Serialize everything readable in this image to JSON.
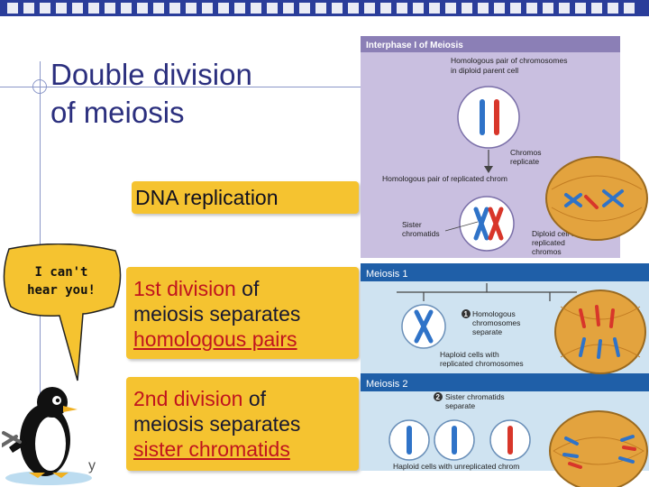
{
  "slide": {
    "title_line1": "Double division",
    "title_line2": "of meiosis",
    "dna_box": "DNA replication",
    "box1": {
      "part1": "1st division",
      "part2": " of",
      "line2": "meiosis separates",
      "line3": "homologous pairs"
    },
    "box2": {
      "part1": "2nd division",
      "part2": " of",
      "line2": "meiosis separates",
      "line3": "sister chromatids"
    },
    "speech": {
      "line1": "I can't",
      "line2": "hear you!"
    },
    "cut_text": "y"
  },
  "diagram": {
    "header": "Interphase I of Meiosis",
    "label_pair_line1": "Homologous pair of chromosomes",
    "label_pair_line2": "in diploid parent cell",
    "label_chromo_line1": "Chromos",
    "label_chromo_line2": "replicate",
    "label_replicated": "Homologous pair of replicated chrom",
    "label_sister_line1": "Sister",
    "label_sister_line2": "chromatids",
    "label_diploid_line1": "Diploid cell with",
    "label_diploid_line2": "replicated",
    "label_diploid_line3": "chromos",
    "meiosis1": "Meiosis 1",
    "step1_num": "1",
    "step1_line1": "Homologous",
    "step1_line2": "chromosomes",
    "step1_line3": "separate",
    "haploid_line1": "Haploid cells with",
    "haploid_line2": "replicated chromosomes",
    "meiosis2": "Meiosis 2",
    "step2_num": "2",
    "step2_line1": "Sister chromatids",
    "step2_line2": "separate",
    "haploid2": "Haploid cells with unreplicated chrom"
  },
  "colors": {
    "top_bar": "#2a3d9a",
    "box": "#f5c330",
    "title": "#2b2f7e",
    "accent_red": "#c0141e",
    "interphase_bg": "#c9bfe0",
    "meiosis_bg": "#cfe3f1"
  }
}
